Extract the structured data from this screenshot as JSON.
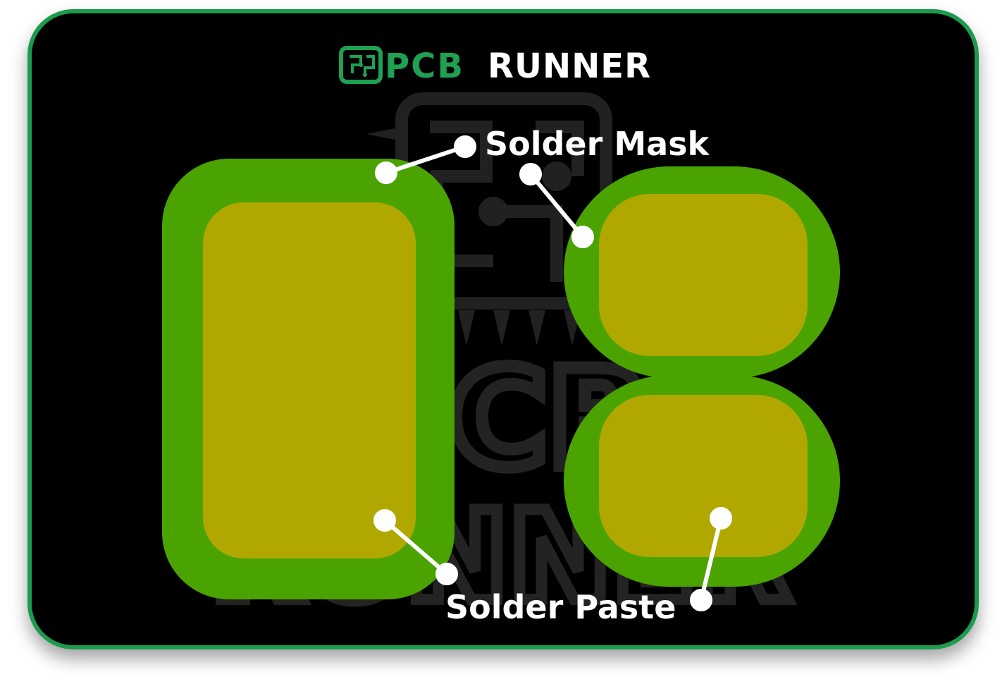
{
  "brand": {
    "logo_icon": "circuit-chip-icon",
    "name_part1": "PCB",
    "name_part2": "RUNNER",
    "accent_color": "#1fa052",
    "text_color": "#ffffff"
  },
  "watermark": {
    "line1": "PCB",
    "line2": "RUNNER",
    "icon": "circuit-chip-icon"
  },
  "labels": {
    "solder_mask": "Solder Mask",
    "solder_paste": "Solder Paste"
  },
  "colors": {
    "background": "#000000",
    "frame_border": "#1e9a4e",
    "solder_mask": "#4aa300",
    "solder_paste": "#b8a800",
    "callout": "#ffffff"
  }
}
